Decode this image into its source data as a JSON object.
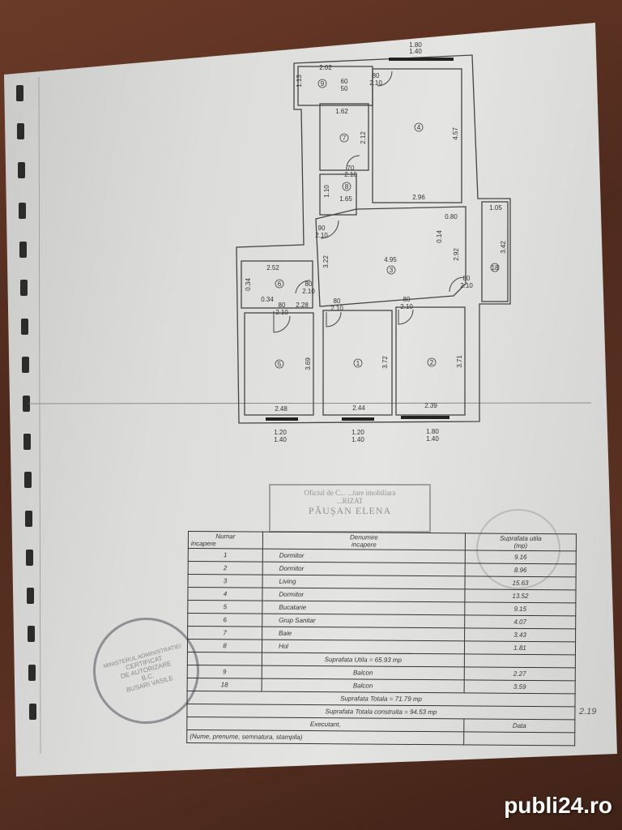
{
  "plan": {
    "rooms": {
      "r1": "1",
      "r2": "2",
      "r3": "3",
      "r4": "4",
      "r5": "5",
      "r6": "6",
      "r7": "7",
      "r8": "8",
      "r9": "9",
      "r18": "18"
    },
    "windows": {
      "top_w": "1.80",
      "top_h": "1.40",
      "b1_w": "1.20",
      "b1_h": "1.40",
      "b2_w": "1.20",
      "b2_h": "1.40",
      "b3_w": "1.80",
      "b3_h": "1.40"
    },
    "dims": {
      "d_202": "2.02",
      "d_113": "1.13",
      "d_60": "60",
      "d_50": "50",
      "d_80a": "80",
      "d_210a": "2.10",
      "d_162": "1.62",
      "d_212": "2.12",
      "d_457": "4.57",
      "d_70": "70",
      "d_210b": "2.10",
      "d_110": "1.10",
      "d_165": "1.65",
      "d_296": "2.96",
      "d_080": "0.80",
      "d_014": "0.14",
      "d_90": "90",
      "d_210c": "2.10",
      "d_322": "3.22",
      "d_495": "4.95",
      "d_292": "2.92",
      "d_105": "1.05",
      "d_342": "3.42",
      "d_80b": "80",
      "d_210d": "2.10",
      "d_252": "2.52",
      "d_034a": "0.34",
      "d_034b": "0.34",
      "d_80c": "80",
      "d_210e": "2.10",
      "d_228": "2.28",
      "d_80d": "80",
      "d_210f": "2.10",
      "d_80e": "80",
      "d_210g": "2.10",
      "d_80f": "80",
      "d_210h": "2.10",
      "d_369": "3.69",
      "d_372": "3.72",
      "d_371": "3.71",
      "d_248": "2.48",
      "d_244": "2.44",
      "d_239": "2.39"
    }
  },
  "stamp_rect": {
    "line1": "Oficiul de C... ...tare imobiliara",
    "line2": "...RIZAT",
    "line3": "PĂUŞAN ELENA"
  },
  "stamp_round": {
    "ring": "MINISTERUL ADMINISTRATIEI",
    "line1": "CERTIFICAT",
    "line2": "DE AUTORIZARE",
    "line3": "B.C.",
    "line4": "BUSARI VASILE"
  },
  "table": {
    "header": {
      "col1_a": "Numar",
      "col1_b": "incapere",
      "col2_a": "Denumire",
      "col2_b": "incapere",
      "col3_a": "Suprafata utila",
      "col3_b": "(mp)"
    },
    "rows": [
      {
        "nr": "1",
        "name": "Dormitor",
        "area": "9.16"
      },
      {
        "nr": "2",
        "name": "Dormitor",
        "area": "8.96"
      },
      {
        "nr": "3",
        "name": "Living",
        "area": "15.63"
      },
      {
        "nr": "4",
        "name": "Dormitor",
        "area": "13.52"
      },
      {
        "nr": "5",
        "name": "Bucatarie",
        "area": "9.15"
      },
      {
        "nr": "6",
        "name": "Grup Sanitar",
        "area": "4.07"
      },
      {
        "nr": "7",
        "name": "Baie",
        "area": "3.43"
      },
      {
        "nr": "8",
        "name": "Hol",
        "area": "1.81"
      }
    ],
    "suprafata_utila": "Suprafata Utila = 65.93  mp",
    "balcony_rows": [
      {
        "nr": "9",
        "name": "Balcon",
        "area": "2.27"
      },
      {
        "nr": "18",
        "name": "Balcon",
        "area": "3.59"
      }
    ],
    "suprafata_totala": "Suprafata Totala = 71.79 mp",
    "suprafata_construita": "Suprafata Totala construita = 94.53 mp",
    "executant": "Executant,",
    "data": "Data",
    "footer": "(Nume, prenume, semnatura, stampila)"
  },
  "margin_note": "2.19",
  "watermark": "publi24.ro"
}
